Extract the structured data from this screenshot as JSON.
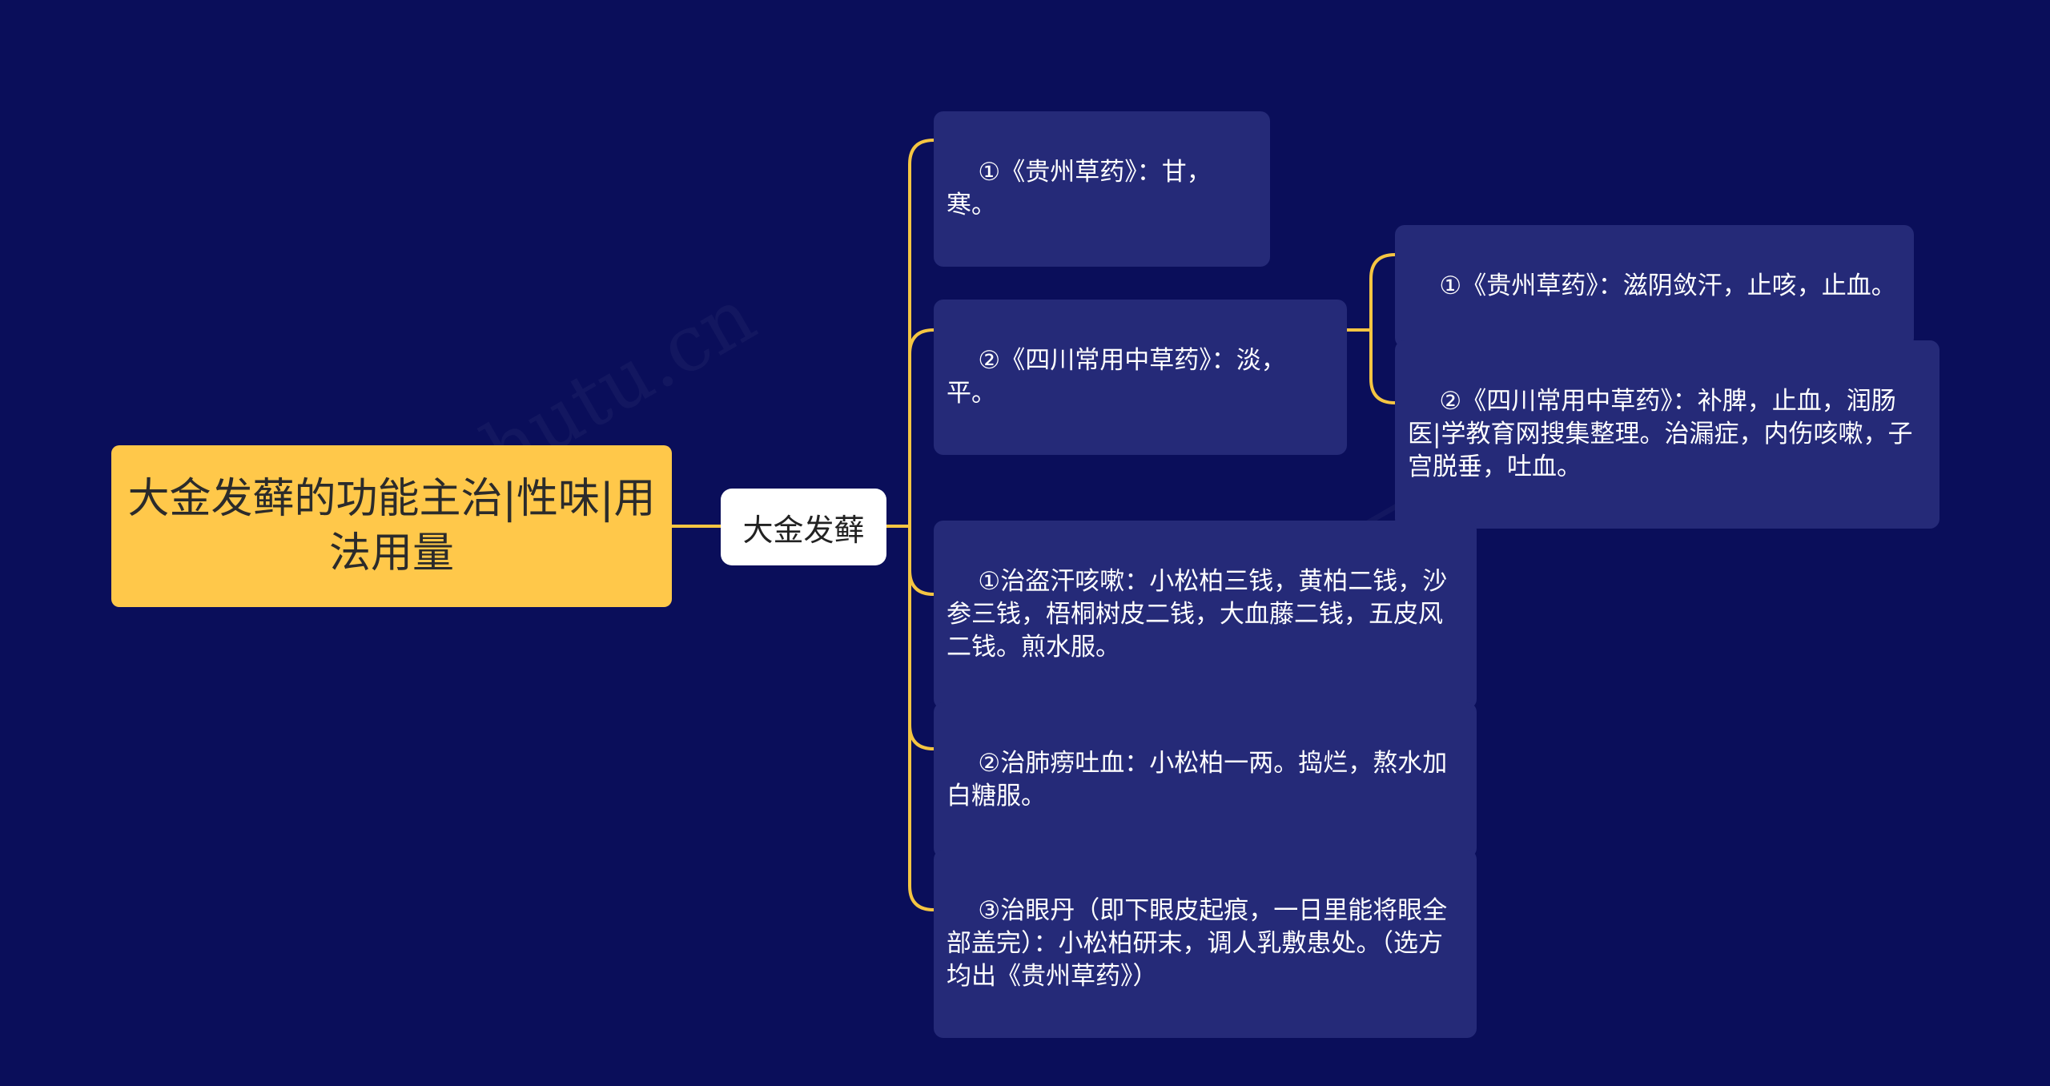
{
  "colors": {
    "background": "#0a0e5a",
    "root_fill": "#ffc84a",
    "center_fill": "#ffffff",
    "leaf_fill": "#252a78",
    "connector": "#f5c542"
  },
  "root": {
    "label": "大金发藓的功能主治|性味|用法用量"
  },
  "center": {
    "label": "大金发藓"
  },
  "branches": [
    {
      "label": "①《贵州草药》：甘，寒。"
    },
    {
      "label": "②《四川常用中草药》：淡，平。",
      "children": [
        {
          "label": "①《贵州草药》：滋阴敛汗，止咳，止血。"
        },
        {
          "label": "②《四川常用中草药》：补脾，止血，润肠医|学教育网搜集整理。治漏症，内伤咳嗽，子宫脱垂，吐血。"
        }
      ]
    },
    {
      "label": "①治盗汗咳嗽：小松柏三钱，黄柏二钱，沙参三钱，梧桐树皮二钱，大血藤二钱，五皮风二钱。煎水服。"
    },
    {
      "label": "②治肺痨吐血：小松柏一两。捣烂，熬水加白糖服。"
    },
    {
      "label": "③治眼丹（即下眼皮起痕，一日里能将眼全部盖完）：小松柏研末，调人乳敷患处。（选方均出《贵州草药》）"
    }
  ]
}
